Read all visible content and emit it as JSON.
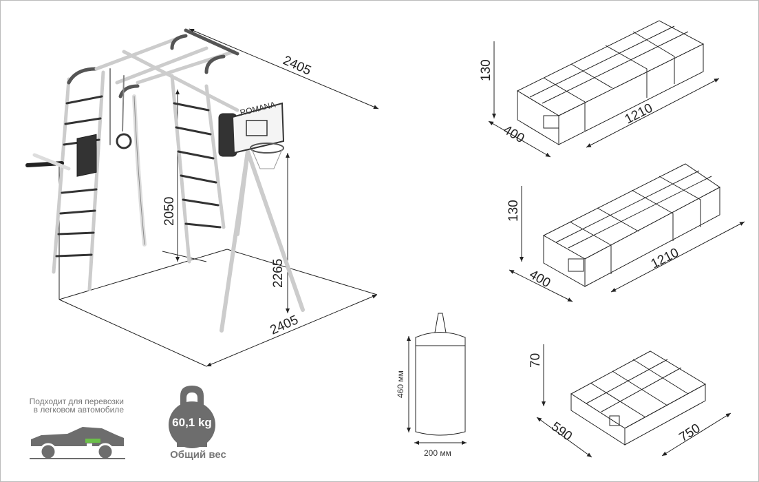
{
  "main_diagram": {
    "dimensions": {
      "depth_top": "2405",
      "width_bottom": "2405",
      "bar_height": "2050",
      "hoop_height": "2265"
    },
    "backboard_brand": "ROMANA"
  },
  "packages": [
    {
      "height": "130",
      "width": "400",
      "length": "1210"
    },
    {
      "height": "130",
      "width": "400",
      "length": "1210"
    },
    {
      "height": "70",
      "width": "590",
      "length": "750"
    }
  ],
  "punching_bag": {
    "height": "460 мм",
    "width": "200 мм"
  },
  "car_info": {
    "text": "Подходит для перевозки в легковом автомобиле",
    "accent_color": "#6cc04a"
  },
  "weight": {
    "value": "60,1 kg",
    "label": "Общий вес",
    "color": "#6d6d6d"
  }
}
